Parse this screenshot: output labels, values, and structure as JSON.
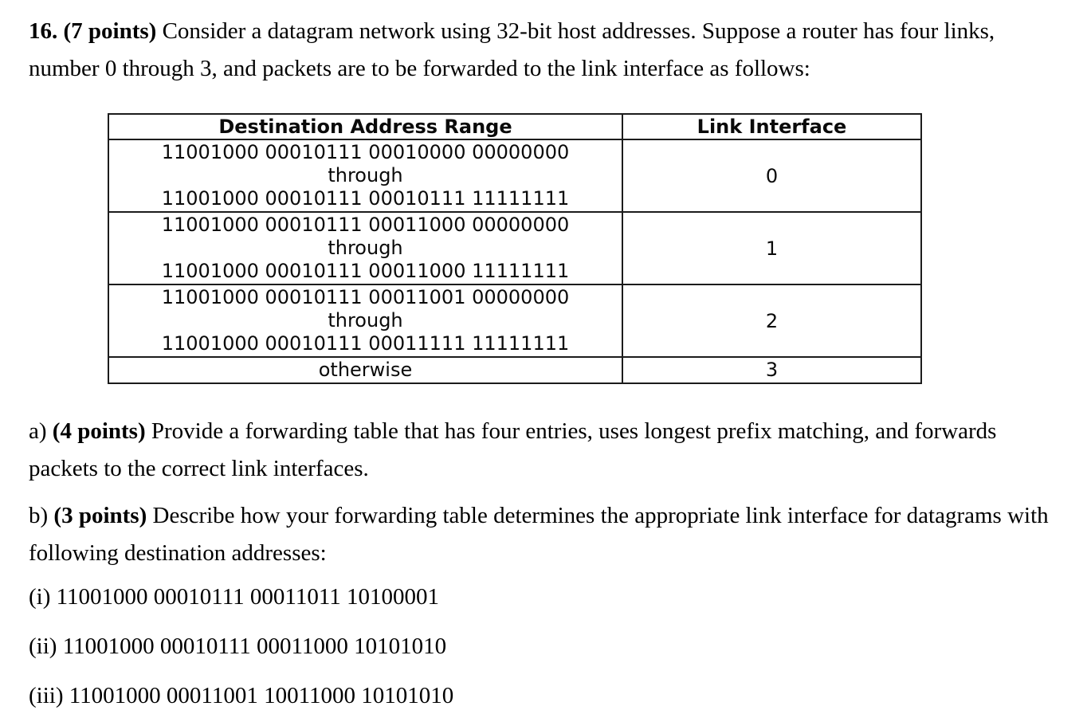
{
  "question": {
    "bold": "16. (7 points)",
    "text": " Consider a datagram network using 32-bit host addresses. Suppose a router has four links, number 0 through 3, and packets are to be forwarded to the link interface as follows:"
  },
  "table": {
    "headers": [
      "Destination Address Range",
      "Link Interface"
    ],
    "rows": [
      {
        "start": "11001000 00010111 00010000 00000000",
        "middle": "through",
        "end": "11001000 00010111 00010111 11111111",
        "interface": "0"
      },
      {
        "start": "11001000 00010111 00011000 00000000",
        "middle": "through",
        "end": "11001000 00010111 00011000 11111111",
        "interface": "1"
      },
      {
        "start": "11001000 00010111 00011001 00000000",
        "middle": "through",
        "end": "11001000 00010111 00011111 11111111",
        "interface": "2"
      },
      {
        "otherwise": "otherwise",
        "interface": "3"
      }
    ]
  },
  "part_a": {
    "label": "a)",
    "points": "(4 points)",
    "text": " Provide a forwarding table that has four entries, uses longest prefix matching, and forwards packets to the correct link interfaces."
  },
  "part_b": {
    "label": "b)",
    "points": "(3 points)",
    "text": " Describe how your forwarding table determines the appropriate link interface for datagrams with following destination addresses:"
  },
  "items": [
    {
      "label": "(i)",
      "address": "11001000 00010111 00011011 10100001"
    },
    {
      "label": "(ii)",
      "address": "11001000 00010111 00011000 10101010"
    },
    {
      "label": "(iii)",
      "address": "11001000 00011001 10011000 10101010"
    }
  ]
}
